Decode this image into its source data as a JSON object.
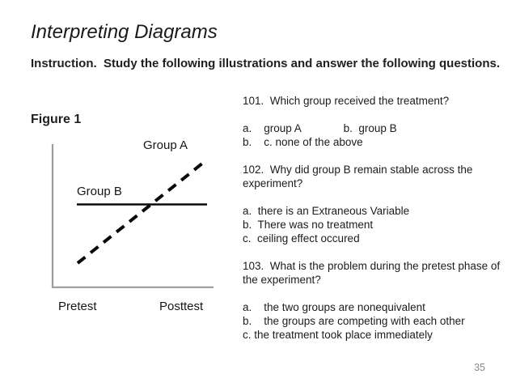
{
  "slide": {
    "title": "Interpreting Diagrams",
    "instruction": "Instruction.  Study the following illustrations and answer the following questions.",
    "page_number": "35"
  },
  "figure": {
    "label": "Figure 1",
    "chart_type": "line",
    "labels": {
      "group_a": "Group A",
      "group_b": "Group B",
      "pretest": "Pretest",
      "posttest": "Posttest"
    },
    "series": [
      {
        "name": "Group A",
        "style": "dashed",
        "color": "#0a0a0a",
        "trend": "rises from low at Pretest to high at Posttest"
      },
      {
        "name": "Group B",
        "style": "solid",
        "color": "#0a0a0a",
        "trend": "flat (stable) from Pretest to Posttest"
      }
    ],
    "x_ticks": [
      "Pretest",
      "Posttest"
    ],
    "axis_color": "#9b9b9b"
  },
  "questions": {
    "blocks": [
      "101.  Which group received the treatment?",
      "a.    group A              b.  group B\nb.    c. none of the above",
      "102.  Why did group B remain stable across the\nexperiment?",
      "a.  there is an Extraneous Variable\nb.  There was no treatment\nc.  ceiling effect occured",
      "103.  What is the problem during the pretest phase of\nthe experiment?",
      "a.    the two groups are nonequivalent\nb.    the groups are competing with each other\nc. the treatment took place immediately"
    ]
  },
  "colors": {
    "text": "#1f1f1f",
    "title": "#1a1a1a",
    "axis": "#9b9b9b",
    "data_line": "#0a0a0a",
    "page_number": "#8a8a8a"
  }
}
